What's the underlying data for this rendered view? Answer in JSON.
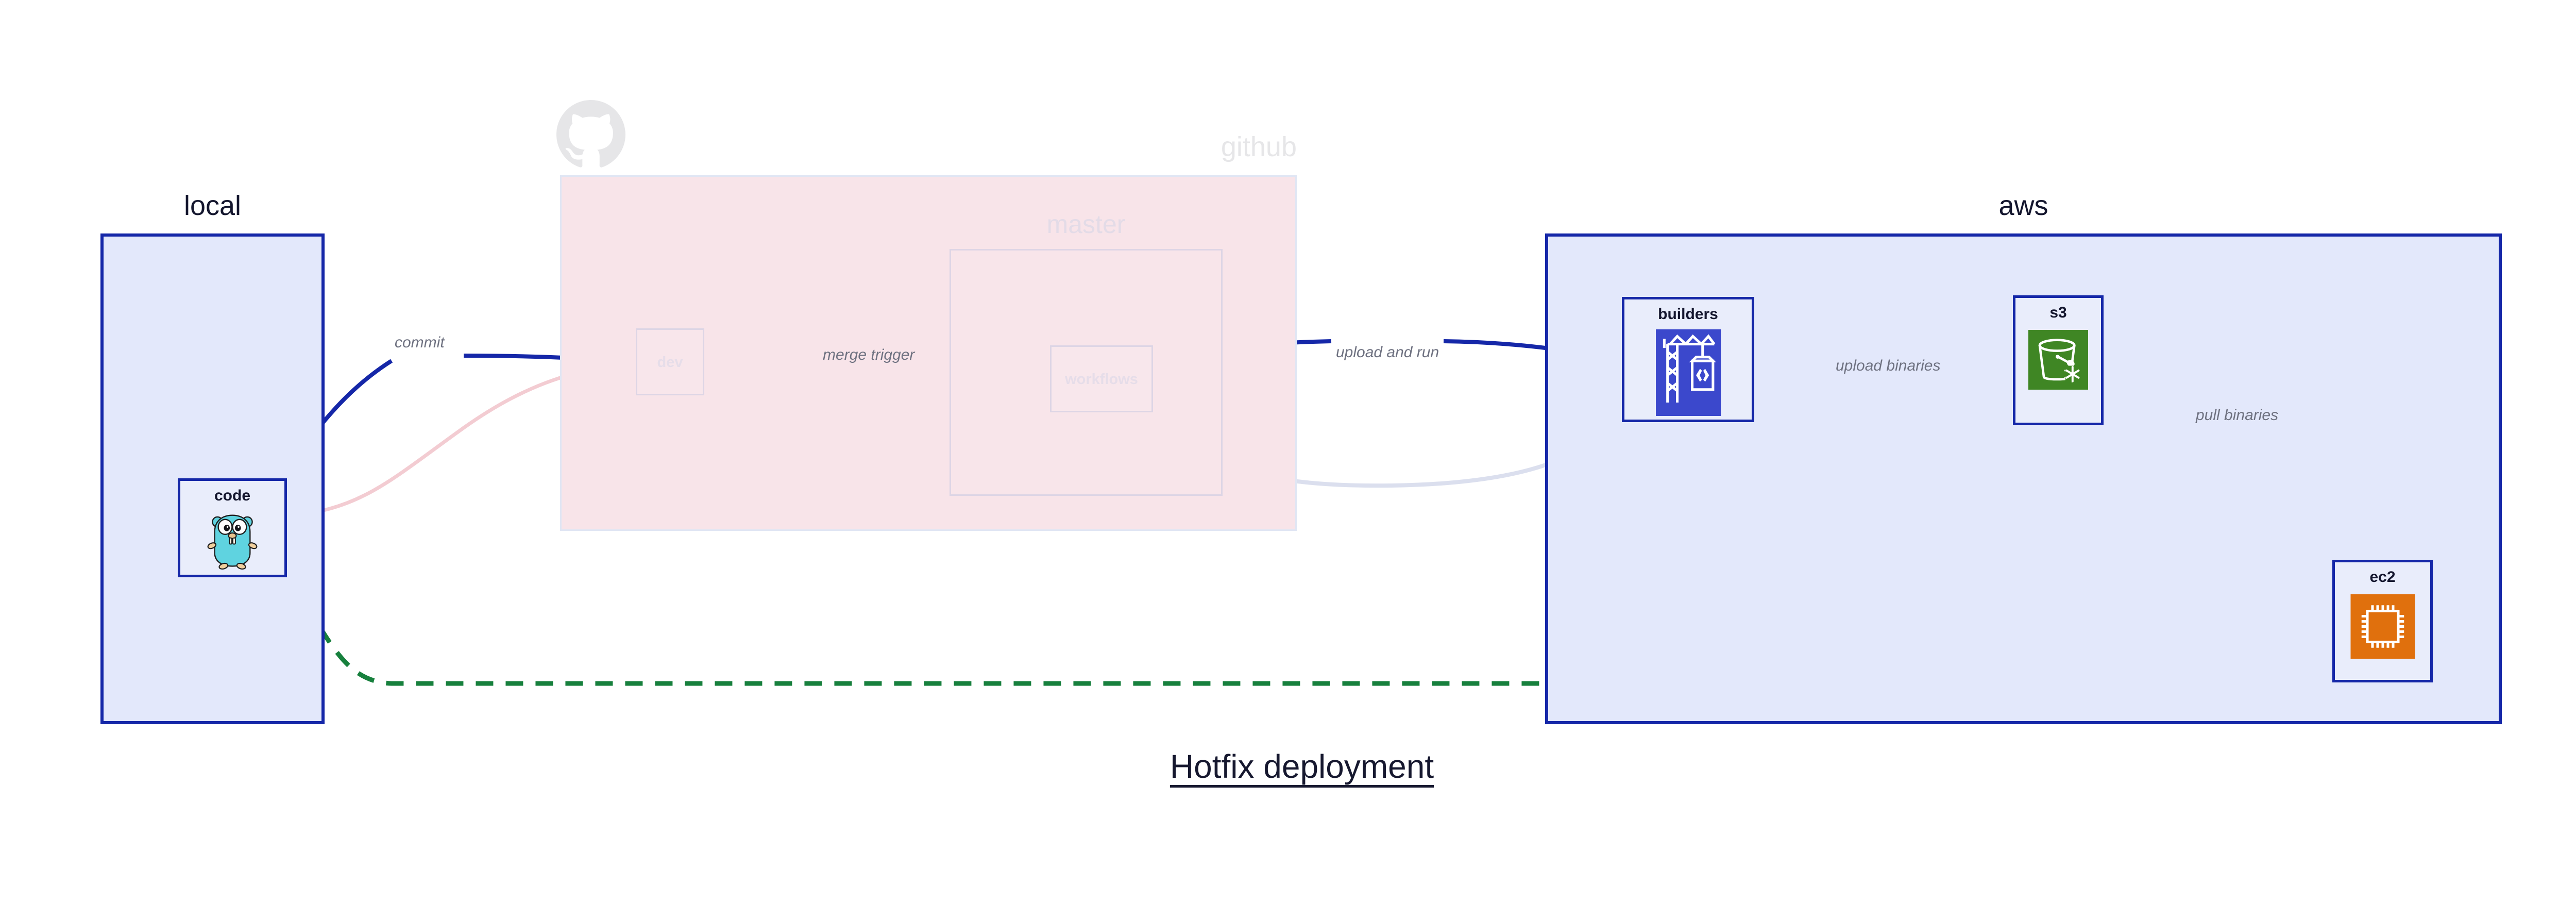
{
  "diagram": {
    "title": "Hotfix deployment",
    "colors": {
      "group_blue_fill": "#e3e8fb",
      "group_blue_border": "#1527a8",
      "group_pink_fill": "#f8e4e9",
      "group_ghost_border": "#ddd5e5",
      "edge_blue": "#1527a8",
      "edge_green_dashed": "#17803d",
      "edge_label_text": "#6e7180",
      "node_fill": "#e9edfb",
      "aws_codebuild": "#3b48cc",
      "aws_s3": "#3f8624",
      "aws_ec2": "#e0700d",
      "gopher_body": "#5fd3e0",
      "github_logo": "#e6e6e8"
    }
  },
  "groups": [
    {
      "id": "local",
      "label": "local"
    },
    {
      "id": "github",
      "label": "github",
      "icon": "github-octocat-icon"
    },
    {
      "id": "master",
      "label": "master"
    },
    {
      "id": "aws",
      "label": "aws"
    }
  ],
  "nodes": [
    {
      "id": "code",
      "label": "code",
      "icon": "go-gopher-icon",
      "group": "local"
    },
    {
      "id": "dev",
      "label": "dev",
      "icon": null,
      "group": "github"
    },
    {
      "id": "workflows",
      "label": "workflows",
      "icon": null,
      "group": "master"
    },
    {
      "id": "builders",
      "label": "builders",
      "icon": "aws-codebuild-icon",
      "group": "aws"
    },
    {
      "id": "s3",
      "label": "s3",
      "icon": "aws-s3-bucket-icon",
      "group": "aws"
    },
    {
      "id": "ec2",
      "label": "ec2",
      "icon": "aws-ec2-chip-icon",
      "group": "aws"
    }
  ],
  "edges": [
    {
      "id": "commit",
      "from": "code",
      "to": "dev",
      "label": "commit",
      "style": "solid",
      "color": "#1527a8"
    },
    {
      "id": "merge-trigger",
      "from": "dev",
      "to": "workflows",
      "label": "merge trigger",
      "style": "solid",
      "color": "#1527a8"
    },
    {
      "id": "upload-run",
      "from": "workflows",
      "to": "builders",
      "label": "upload and run",
      "style": "solid",
      "color": "#1527a8"
    },
    {
      "id": "upload-binaries",
      "from": "builders",
      "to": "s3",
      "label": "upload binaries",
      "style": "solid",
      "color": "#1527a8"
    },
    {
      "id": "pull-binaries",
      "from": "s3",
      "to": "ec2",
      "label": "pull binaries",
      "style": "solid",
      "color": "#1527a8"
    },
    {
      "id": "hotfix-direct",
      "from": "code",
      "to": "ec2",
      "label": "",
      "style": "dashed",
      "color": "#17803d"
    },
    {
      "id": "faded-code-dev",
      "from": "code",
      "to": "dev",
      "label": "",
      "style": "faded",
      "color": "#f1c9cf"
    },
    {
      "id": "faded-dev-workflows",
      "from": "dev",
      "to": "workflows",
      "label": "",
      "style": "faded",
      "color": "#d9dcee"
    },
    {
      "id": "faded-workflows-builders",
      "from": "workflows",
      "to": "builders",
      "label": "",
      "style": "faded",
      "color": "#d9dcee"
    }
  ]
}
